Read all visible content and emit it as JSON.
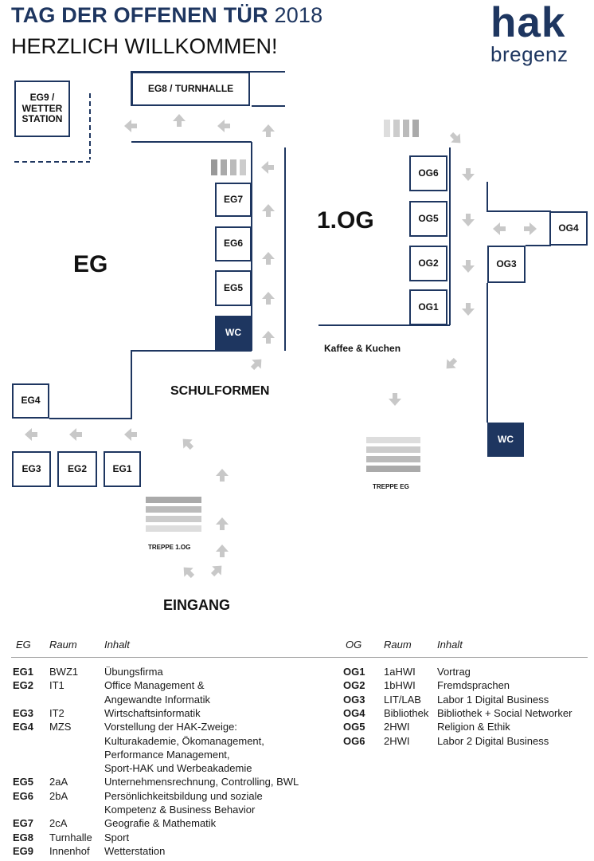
{
  "header": {
    "title": "TAG DER OFFENEN TÜR",
    "year": "2018",
    "subtitle": "HERZLICH WILLKOMMEN!"
  },
  "logo": {
    "top": "hak",
    "bottom": "bregenz"
  },
  "colors": {
    "brand_navy": "#1e3660",
    "arrow_gray": "#c8c8c8"
  },
  "map": {
    "floor_eg": "EG",
    "floor_og": "1.OG",
    "rooms": {
      "eg9": "EG9 /\nWETTER\nSTATION",
      "eg8": "EG8 / TURNHALLE",
      "eg7": "EG7",
      "eg6": "EG6",
      "eg5": "EG5",
      "wc_eg": "WC",
      "eg4": "EG4",
      "eg3": "EG3",
      "eg2": "EG2",
      "eg1": "EG1",
      "og6": "OG6",
      "og5": "OG5",
      "og2": "OG2",
      "og1": "OG1",
      "og4": "OG4",
      "og3": "OG3",
      "wc_og": "WC"
    },
    "labels": {
      "schulformen": "SCHULFORMEN",
      "kaffee": "Kaffee & Kuchen",
      "eingang": "EINGANG",
      "treppe_1og": "TREPPE 1.OG",
      "treppe_eg": "TREPPE EG"
    }
  },
  "legend": {
    "eg_header": {
      "floor": "EG",
      "room": "Raum",
      "content": "Inhalt"
    },
    "og_header": {
      "floor": "OG",
      "room": "Raum",
      "content": "Inhalt"
    },
    "eg_rows": [
      {
        "code": "EG1",
        "room": "BWZ1",
        "content": [
          "Übungsfirma"
        ]
      },
      {
        "code": "EG2",
        "room": "IT1",
        "content": [
          "Office Management &",
          "Angewandte Informatik"
        ]
      },
      {
        "code": "EG3",
        "room": "IT2",
        "content": [
          "Wirtschaftsinformatik"
        ]
      },
      {
        "code": "EG4",
        "room": "MZS",
        "content": [
          "Vorstellung der HAK-Zweige:",
          "Kulturakademie, Ökomanagement,",
          "Performance Management,",
          "Sport-HAK und Werbeakademie"
        ]
      },
      {
        "code": "EG5",
        "room": "2aA",
        "content": [
          "Unternehmensrechnung, Controlling, BWL"
        ]
      },
      {
        "code": "EG6",
        "room": "2bA",
        "content": [
          "Persönlichkeitsbildung und soziale",
          "Kompetenz & Business Behavior"
        ]
      },
      {
        "code": "EG7",
        "room": "2cA",
        "content": [
          "Geografie & Mathematik"
        ]
      },
      {
        "code": "EG8",
        "room": "Turnhalle",
        "content": [
          "Sport"
        ]
      },
      {
        "code": "EG9",
        "room": "Innenhof",
        "content": [
          "Wetterstation"
        ]
      }
    ],
    "og_rows": [
      {
        "code": "OG1",
        "room": "1aHWI",
        "content": [
          "Vortrag"
        ]
      },
      {
        "code": "OG2",
        "room": "1bHWI",
        "content": [
          "Fremdsprachen"
        ]
      },
      {
        "code": "OG3",
        "room": "LIT/LAB",
        "content": [
          "Labor 1 Digital Business"
        ]
      },
      {
        "code": "OG4",
        "room": "Bibliothek",
        "content": [
          "Bibliothek + Social Networker"
        ]
      },
      {
        "code": "OG5",
        "room": "2HWI",
        "content": [
          "Religion & Ethik"
        ]
      },
      {
        "code": "OG6",
        "room": "2HWI",
        "content": [
          "Labor 2 Digital Business"
        ]
      }
    ]
  }
}
